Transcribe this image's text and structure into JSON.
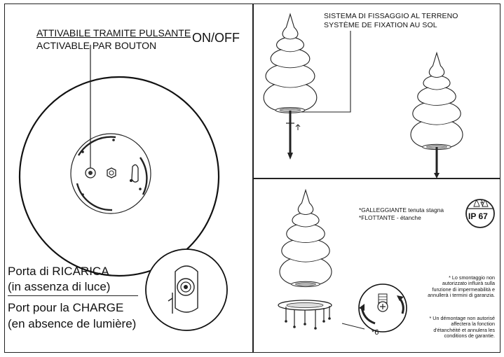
{
  "left_panel": {
    "switch_label_it": "ATTIVABILE TRAMITE PULSANTE",
    "switch_label_fr": "ACTIVABLE PAR BOUTON",
    "switch_state": "ON/OFF",
    "charge_it_line1": "Porta di RICARICA",
    "charge_it_line2": "(in assenza di luce)",
    "charge_fr_line1": "Port pour la CHARGE",
    "charge_fr_line2": "(en absence de lumière)"
  },
  "top_right_panel": {
    "ground_fix_it": "SISTEMA DI FISSAGGIO AL TERRENO",
    "ground_fix_fr": "SYSTÈME DE FIXATION AU SOL"
  },
  "bottom_right_panel": {
    "float_it_label": "*GALLEGGIANTE",
    "float_it_sub": "tenuta stagna",
    "float_fr_label": "*FLOTTANTE -",
    "float_fr_sub": "étanche",
    "ip_rating": "IP 67",
    "screw_count": "*6",
    "disclaimer_it": "* Lo smontaggio non autorizzato influirà sulla funzione di impermeabilità e annullerà i termini di garanzia.",
    "disclaimer_fr": "* Un démontage non autorisé affectera la fonction d'étanchéité et annulera les conditions de garantie."
  }
}
